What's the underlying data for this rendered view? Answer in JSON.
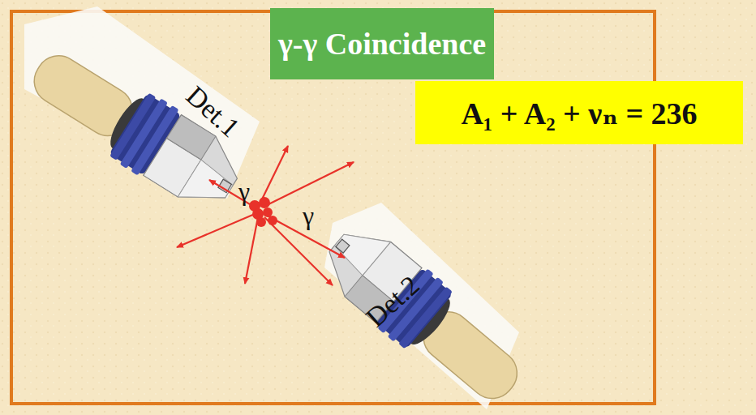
{
  "diagram": {
    "nodes": [
      {
        "text": [
          "γ-γ Coincidence"
        ]
      },
      {
        "text": [
          "A₁ + A₂ + νₙ = 236"
        ]
      }
    ],
    "labels": [
      "Det.1",
      "γ",
      "γ",
      "Det.2"
    ]
  }
}
